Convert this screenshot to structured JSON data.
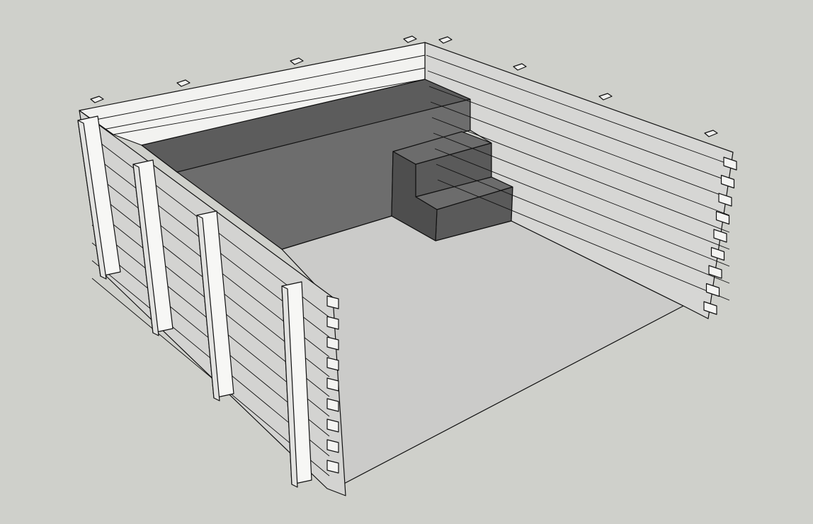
{
  "scene": {
    "type": "3d-model-viewport",
    "subject": "log-wall-pool-enclosure",
    "colors": {
      "background": "#cfd0cb",
      "log_face": "#d6d6d4",
      "log_top": "#f4f4f2",
      "post_face": "#f7f7f5",
      "floor": "#cbcbc9",
      "back_wall": "#6e6e6e",
      "back_wall_top": "#5d5d5d",
      "stairs_front": "#5a5a5a",
      "stairs_top": "#6c6c6c",
      "edge": "#111111"
    },
    "counts": {
      "wall_courses": 9,
      "posts_left_wall": 4,
      "stair_steps": 2
    }
  }
}
